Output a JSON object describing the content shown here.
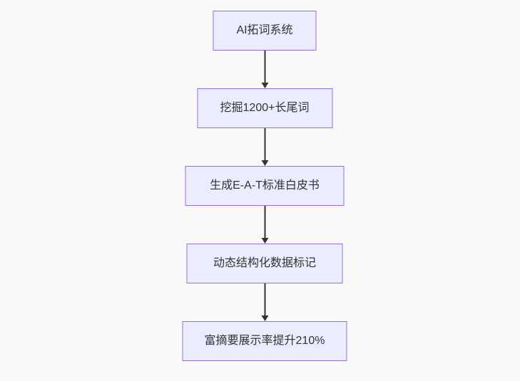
{
  "flowchart": {
    "type": "flowchart",
    "direction": "top-down",
    "nodes": [
      {
        "id": "node-1",
        "label": "AI拓词系统"
      },
      {
        "id": "node-2",
        "label": "挖掘1200+长尾词"
      },
      {
        "id": "node-3",
        "label": "生成E-A-T标准白皮书"
      },
      {
        "id": "node-4",
        "label": "动态结构化数据标记"
      },
      {
        "id": "node-5",
        "label": "富摘要展示率提升210%"
      }
    ],
    "edges": [
      {
        "from": "node-1",
        "to": "node-2",
        "style": "arrow-down"
      },
      {
        "from": "node-2",
        "to": "node-3",
        "style": "arrow-down"
      },
      {
        "from": "node-3",
        "to": "node-4",
        "style": "arrow-down"
      },
      {
        "from": "node-4",
        "to": "node-5",
        "style": "arrow-down"
      }
    ]
  },
  "colors": {
    "node_fill": "#ececff",
    "node_border": "#9370db",
    "node_text": "#333333",
    "arrow": "#333333",
    "background": "#f9f9f9"
  }
}
